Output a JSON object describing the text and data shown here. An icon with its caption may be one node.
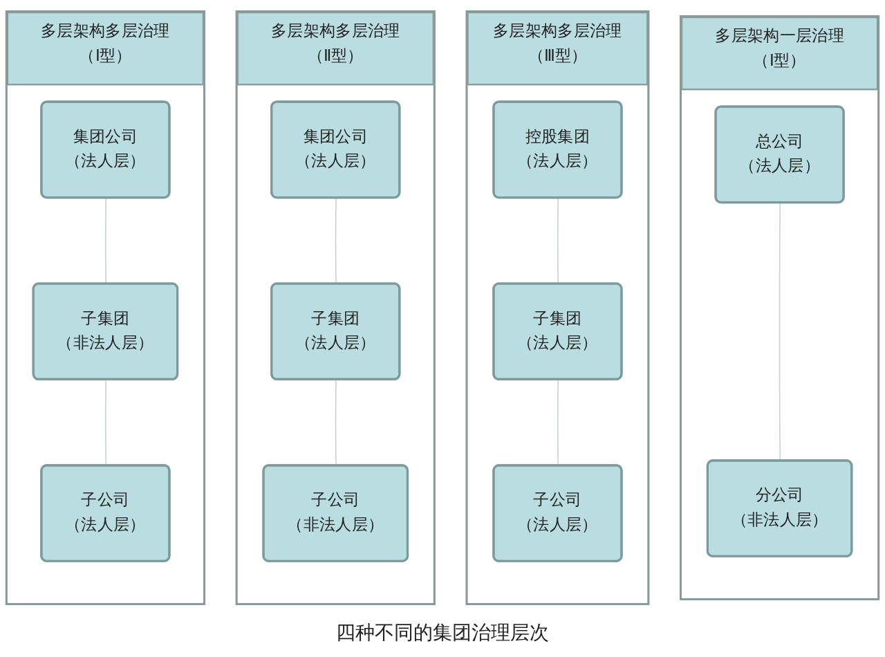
{
  "diagram": {
    "caption": "四种不同的集团治理层次",
    "nodes": [
      {
        "text": [
          "多层架构多层治理",
          "（Ⅰ型）"
        ]
      },
      {
        "text": [
          "集团公司",
          "（法人层）"
        ],
        "in": 0
      },
      {
        "text": [
          "子集团",
          "（非法人层）"
        ],
        "in": 0
      },
      {
        "text": [
          "子公司",
          "（法人层）"
        ],
        "in": 0
      },
      {
        "text": [
          "多层架构多层治理",
          "（Ⅱ型）"
        ]
      },
      {
        "text": [
          "集团公司",
          "（法人层）"
        ],
        "in": 4
      },
      {
        "text": [
          "子集团",
          "（法人层）"
        ],
        "in": 4
      },
      {
        "text": [
          "子公司",
          "（非法人层）"
        ],
        "in": 4
      },
      {
        "text": [
          "多层架构多层治理",
          "（Ⅲ型）"
        ]
      },
      {
        "text": [
          "控股集团",
          "（法人层）"
        ],
        "in": 8
      },
      {
        "text": [
          "子集团",
          "（法人层）"
        ],
        "in": 8
      },
      {
        "text": [
          "子公司",
          "（法人层）"
        ],
        "in": 8
      },
      {
        "text": [
          "多层架构一层治理",
          "（Ⅰ型）"
        ]
      },
      {
        "text": [
          "总公司",
          "（法人层）"
        ],
        "in": 12
      },
      {
        "text": [
          "分公司",
          "（非法人层）"
        ],
        "in": 12
      }
    ],
    "edges": [
      {
        "from": 1,
        "to": 2,
        "arrow": "none"
      },
      {
        "from": 2,
        "to": 3,
        "arrow": "none"
      },
      {
        "from": 5,
        "to": 6,
        "arrow": "none"
      },
      {
        "from": 6,
        "to": 7,
        "arrow": "none"
      },
      {
        "from": 9,
        "to": 10,
        "arrow": "none"
      },
      {
        "from": 10,
        "to": 11,
        "arrow": "none"
      },
      {
        "from": 13,
        "to": 14,
        "arrow": "none"
      }
    ]
  }
}
